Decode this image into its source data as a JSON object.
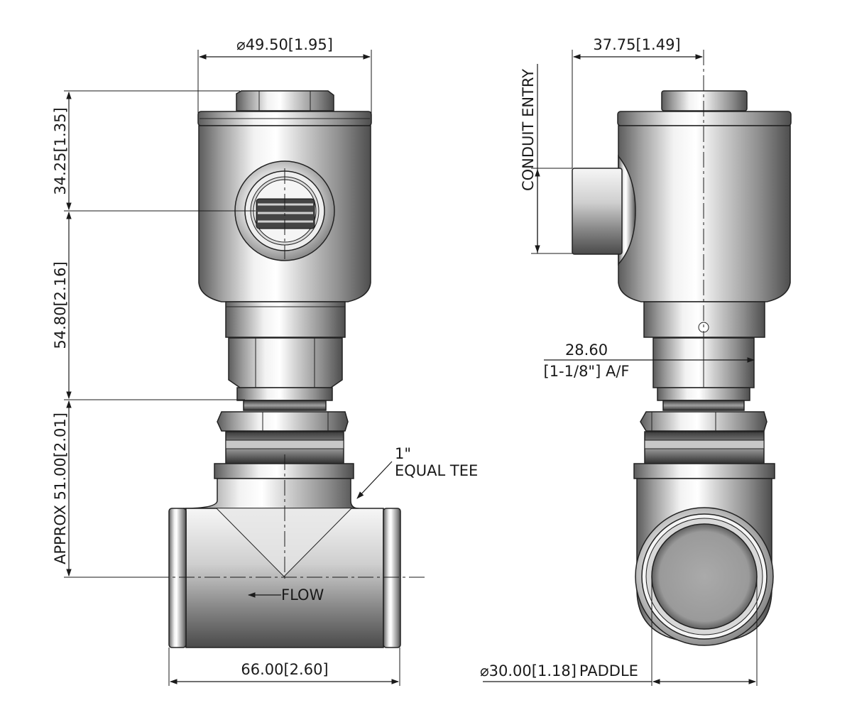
{
  "front_view": {
    "dim_body_diameter": "49.50[1.95]",
    "dim_head_height": "34.25[1.35]",
    "dim_body_height": "54.80[2.16]",
    "dim_approx_height": "APPROX 51.00[2.01]",
    "dim_tee_length": "66.00[2.60]",
    "tee_label_line1": "1\"",
    "tee_label_line2": "EQUAL TEE",
    "flow_label": "FLOW"
  },
  "side_view": {
    "dim_conduit_offset": "37.75[1.49]",
    "conduit_label": "CONDUIT ENTRY",
    "dim_hex_af_line1": "28.60",
    "dim_hex_af_line2": "[1-1/8\"] A/F",
    "dim_paddle_diameter": "30.00[1.18]",
    "paddle_label": "PADDLE"
  },
  "symbols": {
    "diameter_symbol": "⌀"
  }
}
